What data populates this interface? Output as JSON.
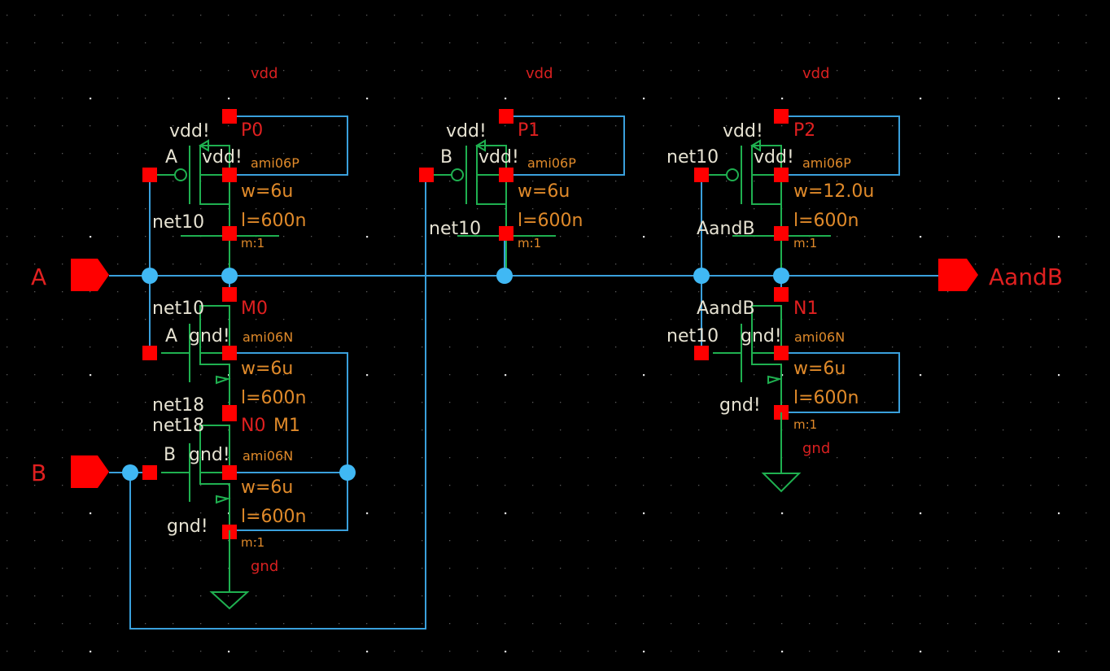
{
  "colors": {
    "background": "#000000",
    "wire": "#3aa0dc",
    "device": "#1fb050",
    "pin": "#ff0000",
    "junction": "#40b8f4",
    "instance_label": "#e02020",
    "property": "#e08a2a",
    "net_label": "#e6e2d2"
  },
  "pins": {
    "a": "A",
    "b": "B",
    "out": "AandB"
  },
  "supplies": {
    "vdd0": "vdd",
    "vdd1": "vdd",
    "vdd2": "vdd",
    "gnd0": "gnd",
    "gnd1": "gnd"
  },
  "instances": {
    "P0": {
      "name": "P0",
      "model": "ami06P",
      "w": "w=6u",
      "l": "l=600n",
      "m": "m:1",
      "s": "vdd!",
      "g": "A",
      "b": "vdd!",
      "d": "net10"
    },
    "P1": {
      "name": "P1",
      "model": "ami06P",
      "w": "w=6u",
      "l": "l=600n",
      "m": "m:1",
      "s": "vdd!",
      "g": "B",
      "b": "vdd!",
      "d": "net10"
    },
    "P2": {
      "name": "P2",
      "model": "ami06P",
      "w": "w=12.0u",
      "l": "l=600n",
      "m": "m:1",
      "s": "vdd!",
      "g": "net10",
      "b": "vdd!",
      "d": "AandB"
    },
    "M0": {
      "name": "M0",
      "model": "ami06N",
      "w": "w=6u",
      "l": "l=600n",
      "d": "net10",
      "g": "A",
      "b": "gnd!",
      "s": "net18"
    },
    "N0": {
      "name": "N0",
      "overlap": "M1",
      "model": "ami06N",
      "w": "w=6u",
      "l": "l=600n",
      "m": "m:1",
      "d": "net18",
      "g": "B",
      "b": "gnd!",
      "s": "gnd!"
    },
    "N1": {
      "name": "N1",
      "model": "ami06N",
      "w": "w=6u",
      "l": "l=600n",
      "m": "m:1",
      "d": "AandB",
      "g": "net10",
      "b": "gnd!",
      "s": "gnd!"
    }
  }
}
